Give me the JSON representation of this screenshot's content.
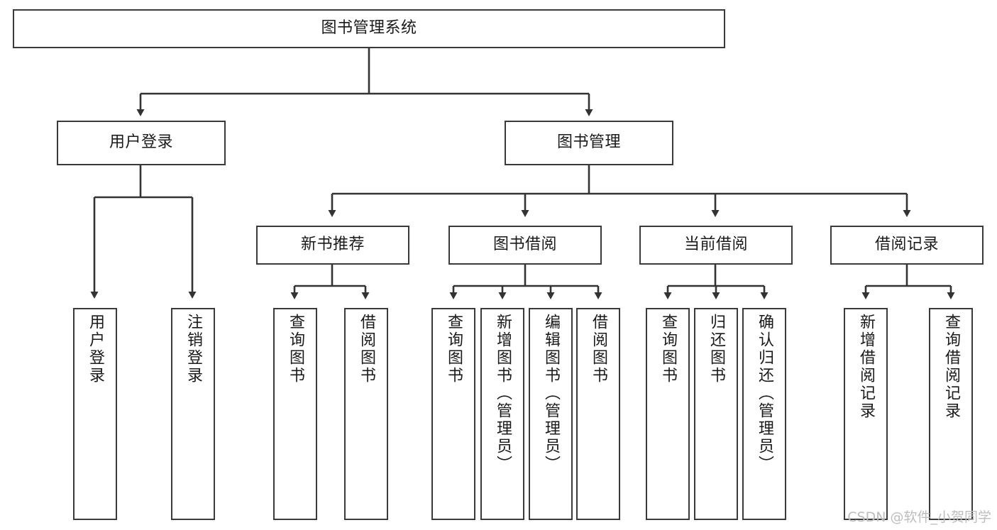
{
  "diagram": {
    "type": "tree-hierarchy",
    "title": "图书管理系统",
    "watermark": "CSDN @软件_小贺同学",
    "colors": {
      "box_border": "#3a3a3a",
      "box_fill": "#ffffff",
      "connector": "#333333",
      "text": "#1a1a1a",
      "watermark": "#bdbdbd"
    },
    "nodes": {
      "root": {
        "label": "图书管理系统",
        "level": 1,
        "orientation": "horizontal"
      },
      "l2": [
        {
          "label": "用户登录",
          "orientation": "horizontal"
        },
        {
          "label": "图书管理",
          "orientation": "horizontal"
        }
      ],
      "l3": [
        {
          "label": "新书推荐",
          "orientation": "horizontal"
        },
        {
          "label": "图书借阅",
          "orientation": "horizontal"
        },
        {
          "label": "当前借阅",
          "orientation": "horizontal"
        },
        {
          "label": "借阅记录",
          "orientation": "horizontal"
        }
      ],
      "leaves_user_login": [
        {
          "label": "用户登录",
          "orientation": "vertical"
        },
        {
          "label": "注销登录",
          "orientation": "vertical"
        }
      ],
      "leaves_new_book": [
        {
          "label": "查询图书",
          "orientation": "vertical"
        },
        {
          "label": "借阅图书",
          "orientation": "vertical"
        }
      ],
      "leaves_borrow": [
        {
          "label": "查询图书",
          "orientation": "vertical"
        },
        {
          "label": "新增图书（管理员）",
          "orientation": "vertical"
        },
        {
          "label": "编辑图书（管理员）",
          "orientation": "vertical"
        },
        {
          "label": "借阅图书",
          "orientation": "vertical"
        }
      ],
      "leaves_current": [
        {
          "label": "查询图书",
          "orientation": "vertical"
        },
        {
          "label": "归还图书",
          "orientation": "vertical"
        },
        {
          "label": "确认归还（管理员）",
          "orientation": "vertical"
        }
      ],
      "leaves_records": [
        {
          "label": "新增借阅记录",
          "orientation": "vertical"
        },
        {
          "label": "查询借阅记录",
          "orientation": "vertical"
        }
      ]
    }
  }
}
